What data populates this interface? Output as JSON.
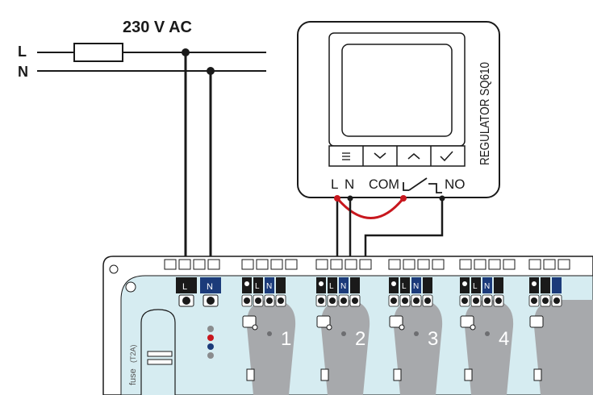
{
  "supply": {
    "voltage_label": "230 V AC",
    "line_label": "L",
    "neutral_label": "N"
  },
  "regulator": {
    "model_label": "REGULATOR SQ610",
    "buttons": [
      {
        "name": "menu-button",
        "icon": "menu-icon",
        "glyph": "≡"
      },
      {
        "name": "down-button",
        "icon": "chevron-down-icon",
        "glyph": "﹀"
      },
      {
        "name": "up-button",
        "icon": "chevron-up-icon",
        "glyph": "︿"
      },
      {
        "name": "confirm-button",
        "icon": "checkmark-icon",
        "glyph": "✓"
      }
    ],
    "terminals": {
      "l": "L",
      "n": "N",
      "com": "COM",
      "no": "NO"
    }
  },
  "module": {
    "fuse_label": "fuse",
    "fuse_rating": "(T2A)",
    "zones": [
      {
        "number": "1",
        "terminal_l": "L",
        "terminal_n": "N"
      },
      {
        "number": "2",
        "terminal_l": "L",
        "terminal_n": "N"
      },
      {
        "number": "3",
        "terminal_l": "L",
        "terminal_n": "N"
      },
      {
        "number": "4",
        "terminal_l": "L",
        "terminal_n": "N"
      }
    ],
    "power_terminal_labels": [
      "L",
      "N"
    ]
  },
  "colors": {
    "wire": "#1a1a1a",
    "jumper": "#c8171e",
    "module_fill": "#d6ecf1",
    "zone_fill": "#a7a9ac",
    "terminal_blue": "#1b3b7a"
  }
}
